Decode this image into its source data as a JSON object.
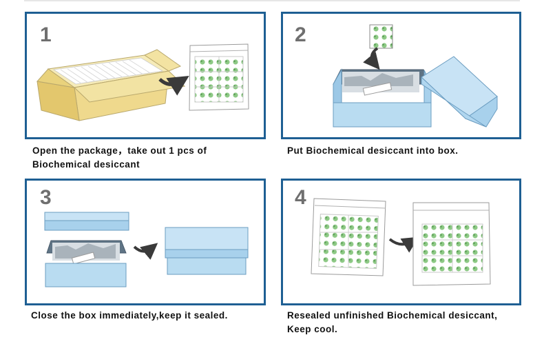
{
  "steps": [
    {
      "number": "1",
      "caption_line1": "Open the package，take out 1 pcs  of",
      "caption_line2": "Biochemical desiccant"
    },
    {
      "number": "2",
      "caption_line1": "Put Biochemical desiccant into box.",
      "caption_line2": ""
    },
    {
      "number": "3",
      "caption_line1": "Close the box immediately,keep it sealed.",
      "caption_line2": ""
    },
    {
      "number": "4",
      "caption_line1": "Resealed unfinished Biochemical desiccant,",
      "caption_line2": "Keep cool."
    }
  ],
  "colors": {
    "panel_border": "#1e5f93",
    "box_blue": "#b9dcf1",
    "cardboard": "#f2e3a3",
    "packet_green": "#7fbf7a",
    "arrow": "#3a3a3a"
  },
  "icons": [
    "cardboard-box-icon",
    "desiccant-pouch-icon",
    "desiccant-packet-icon",
    "arrow-icon",
    "blue-box-icon",
    "box-lid-icon",
    "resealed-pouch-icon"
  ]
}
